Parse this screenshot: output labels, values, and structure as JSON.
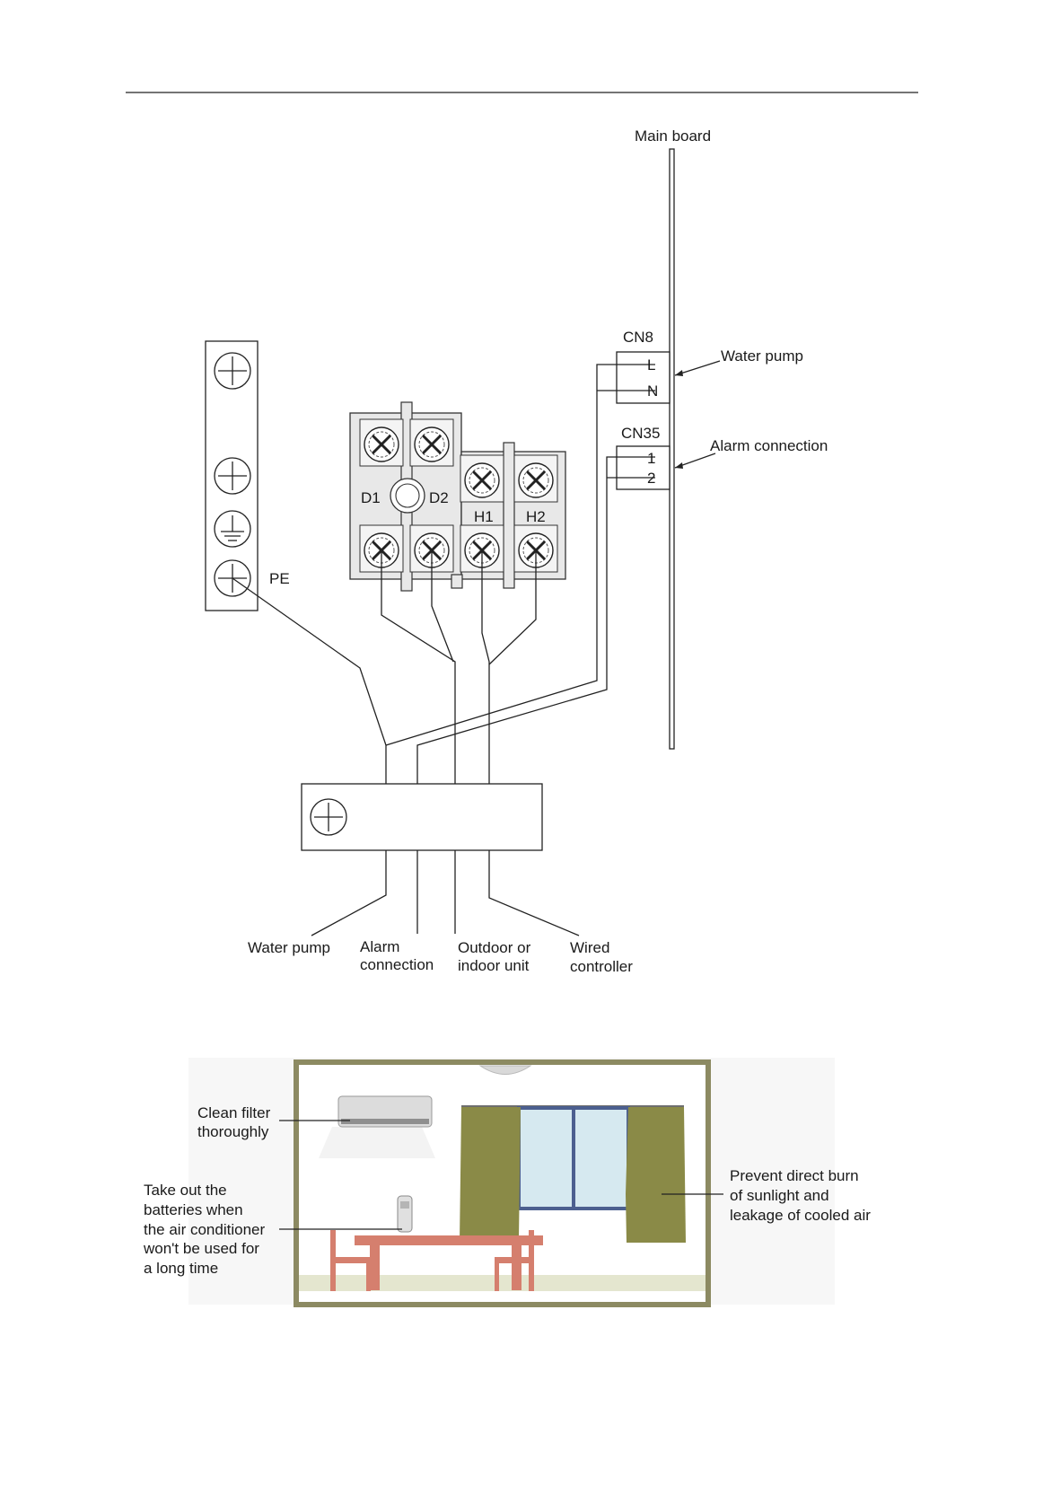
{
  "wiring_diagram": {
    "main_board": "Main board",
    "connectors": {
      "cn8": {
        "name": "CN8",
        "pins": [
          "L",
          "N"
        ],
        "label": "Water pump"
      },
      "cn35": {
        "name": "CN35",
        "pins": [
          "1",
          "2"
        ],
        "label": "Alarm connection"
      }
    },
    "terminal_labels": {
      "d1": "D1",
      "d2": "D2",
      "h1": "H1",
      "h2": "H2"
    },
    "ground_label": "PE",
    "bottom_labels": {
      "water_pump": "Water pump",
      "alarm_line1": "Alarm",
      "alarm_line2": "connection",
      "outdoor_line1": "Outdoor or",
      "outdoor_line2": "indoor unit",
      "wired_line1": "Wired",
      "wired_line2": "controller"
    }
  },
  "room_illustration": {
    "clean_filter": [
      "Clean filter",
      "thoroughly"
    ],
    "batteries": [
      "Take out the",
      "batteries when",
      "the air conditioner",
      "won't be used for",
      "a long time"
    ],
    "sunlight": [
      "Prevent direct burn",
      "of sunlight and",
      "leakage of cooled air"
    ],
    "colors": {
      "wall": "#8c8a62",
      "curtain": "#8a8a47",
      "window_glass": "#d6e9f0",
      "window_frame": "#4c5f8f",
      "table": "#d57f6e",
      "floor": "#e4e6cf"
    }
  }
}
